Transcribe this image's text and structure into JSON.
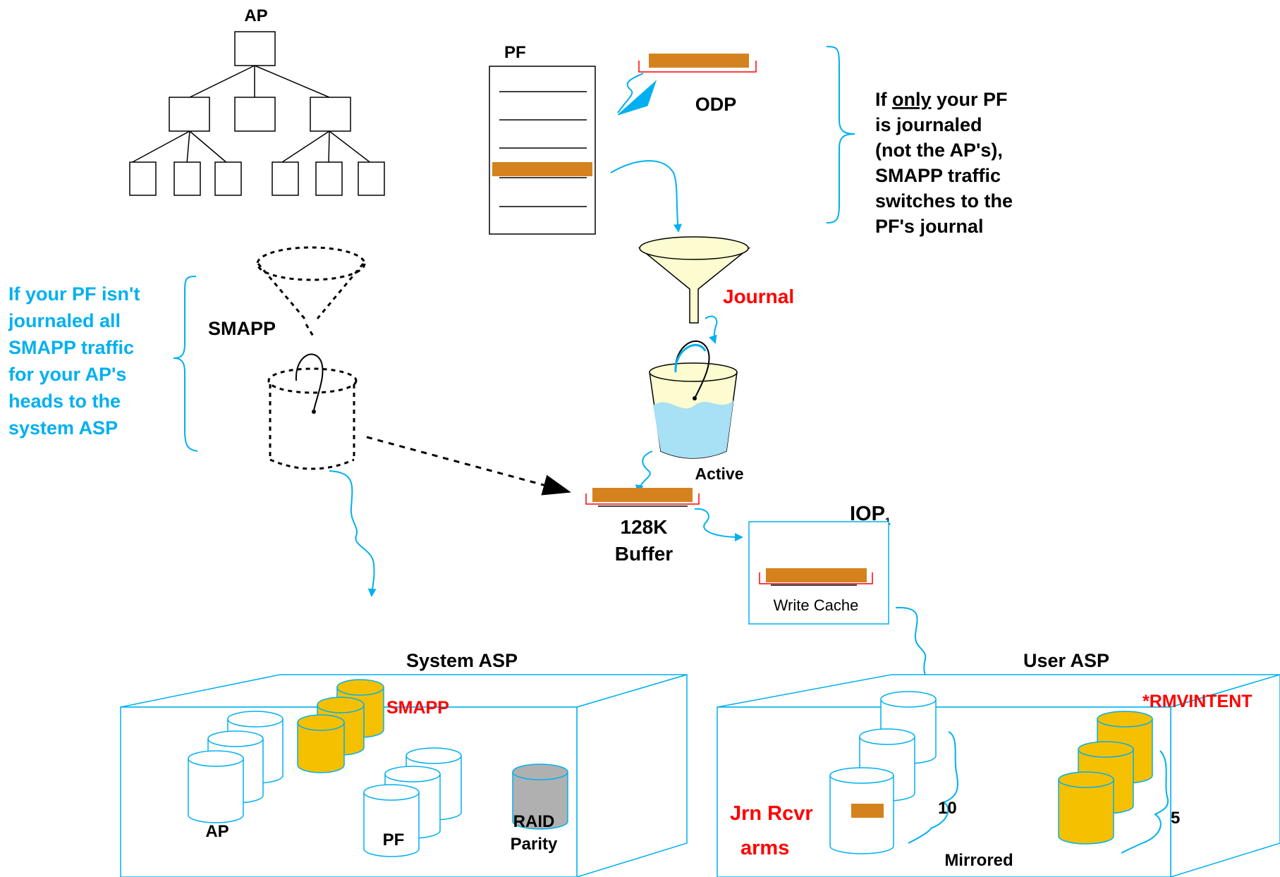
{
  "colors": {
    "blue": "#00b0f0",
    "red": "#ff0000",
    "orange": "#d4821e",
    "gold": "#f5c000",
    "gray": "#b0b0b0",
    "funnel_fill": "#fdfbd0",
    "water": "#a8e0f5"
  },
  "tree": {
    "label": "AP"
  },
  "pf_block": {
    "label": "PF"
  },
  "odp": {
    "label": "ODP"
  },
  "right_note": {
    "line1_pre": "If ",
    "line1_underlined": "only",
    "line1_post": " your PF",
    "line2": "is journaled",
    "line3": "(not the AP's),",
    "line4": "SMAPP traffic",
    "line5": "switches to the",
    "line6": "PF's journal"
  },
  "left_note": {
    "lines": [
      "If your PF isn't",
      "journaled all",
      "SMAPP traffic",
      "for your AP's",
      "heads to the",
      "system ASP"
    ]
  },
  "smapp_funnel": {
    "label": "SMAPP"
  },
  "journal": {
    "label": "Journal"
  },
  "bucket": {
    "label": "Active"
  },
  "buffer": {
    "line1": "128K",
    "line2": "Buffer"
  },
  "iop": {
    "label": "IOP",
    "subscript": "1",
    "cache_label": "Write Cache"
  },
  "system_asp": {
    "title": "System ASP",
    "smapp_label": "SMAPP",
    "ap_label": "AP",
    "pf_label": "PF",
    "raid_line1": "RAID",
    "raid_line2": "Parity"
  },
  "user_asp": {
    "title": "User ASP",
    "rmvintent_label": "*RMVINTENT",
    "jrn_line1": "Jrn Rcvr",
    "jrn_line2": "arms",
    "count_mirrored": "10",
    "count_rmv": "5",
    "mirrored_label": "Mirrored"
  }
}
